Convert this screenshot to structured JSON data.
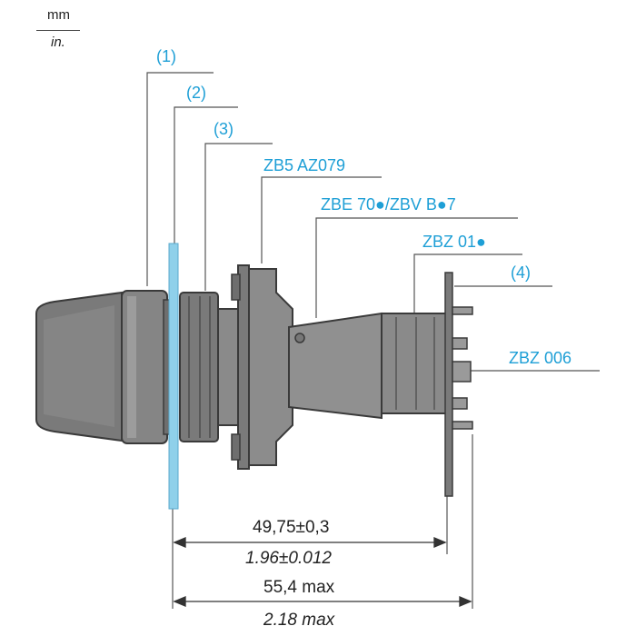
{
  "units": {
    "metric": "mm",
    "imperial": "in."
  },
  "callouts": {
    "c1": "(1)",
    "c2": "(2)",
    "c3": "(3)",
    "c4": "(4)",
    "zb5": "ZB5 AZ079",
    "zbe": "ZBE 70●/ZBV B●7",
    "zbz01": "ZBZ 01●",
    "zbz006": "ZBZ 006"
  },
  "dimensions": {
    "d1_mm": "49,75±0,3",
    "d1_in": "1.96±0.012",
    "d2_mm": "55,4 max",
    "d2_in": "2.18 max"
  },
  "colors": {
    "callout": "#1e9fd6",
    "panel": "#8fd0ea",
    "body": "#7f7f7f",
    "body_dark": "#555555",
    "line": "#333333"
  }
}
